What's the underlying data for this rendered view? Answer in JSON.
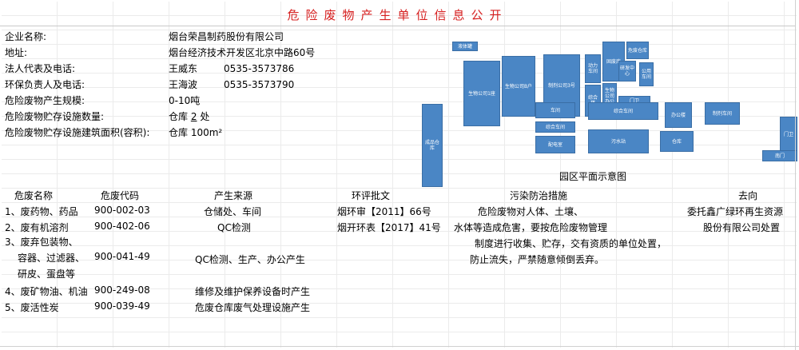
{
  "title": "危险废物产生单位信息公开",
  "info": [
    {
      "label": "企业名称:",
      "value": "烟台荣昌制药股份有限公司"
    },
    {
      "label": "地址:",
      "value": "烟台经济技术开发区北京中路60号"
    },
    {
      "label": "法人代表及电话:",
      "value": "王威东",
      "phone": "0535-3573786"
    },
    {
      "label": "环保负责人及电话:",
      "value": "王海波",
      "phone": "0535-3573790"
    },
    {
      "label": "危险废物产生规模:",
      "value": "0-10吨"
    },
    {
      "label": "危险废物贮存设施数量:",
      "value_prefix": "仓库",
      "value_num": "2",
      "value_suffix": "处"
    },
    {
      "label": "危险废物贮存设施建筑面积(容积):",
      "value": "仓库 100m²"
    }
  ],
  "plan": {
    "caption": "园区平面示意图",
    "blocks": [
      {
        "text": "液体罐"
      },
      {
        "text": "生物公司1座"
      },
      {
        "text": "生物公司B户"
      },
      {
        "text": "制剂公司3号"
      },
      {
        "text": "动力车间"
      },
      {
        "text": "综合楼"
      },
      {
        "text": "固废库"
      },
      {
        "text": "生物公司办公楼"
      },
      {
        "text": "危废仓库"
      },
      {
        "text": "研发中心"
      },
      {
        "text": "公用车间"
      },
      {
        "text": "门卫"
      },
      {
        "text": "成品仓库"
      },
      {
        "text": "车间"
      },
      {
        "text": "综合车间"
      },
      {
        "text": "办公楼"
      },
      {
        "text": "制剂车间"
      },
      {
        "text": "综合车间"
      },
      {
        "text": "配电室"
      },
      {
        "text": "污水站"
      },
      {
        "text": "仓库"
      },
      {
        "text": "门卫"
      },
      {
        "text": "南门"
      }
    ]
  },
  "table": {
    "headers": [
      "危废名称",
      "危废代码",
      "产生来源",
      "环评批文",
      "污染防治措施",
      "去向"
    ],
    "rows": [
      {
        "name": "1、废药物、药品",
        "code": "900-002-03",
        "source": "仓储处、车间",
        "approval": "烟环审【2011】66号"
      },
      {
        "name": "2、废有机溶剂",
        "code": "900-402-06",
        "source": "QC检测",
        "approval": "烟开环表【2017】41号"
      },
      {
        "name": "3、废弃包装物、",
        "code": "",
        "source": "",
        "approval": ""
      },
      {
        "name": "容器、过滤器、",
        "code": "900-041-49",
        "source": "QC检测、生产、办公产生",
        "approval": ""
      },
      {
        "name": "研皮、蛋盘等",
        "code": "",
        "source": "",
        "approval": ""
      },
      {
        "name": "4、废矿物油、机油",
        "code": "900-249-08",
        "source": "维修及维护保养设备时产生",
        "approval": ""
      },
      {
        "name": "5、废活性炭",
        "code": "900-039-49",
        "source": "危废仓库废气处理设施产生",
        "approval": ""
      }
    ],
    "measures": [
      "危险废物对人体、土壤、",
      "水体等造成危害，要按危险废物管理",
      "制度进行收集、贮存，交有资质的单位处置，",
      "防止流失，严禁随意倾倒丢弃。"
    ],
    "destination": [
      "委托鑫广绿环再生资源",
      "股份有限公司处置"
    ]
  }
}
